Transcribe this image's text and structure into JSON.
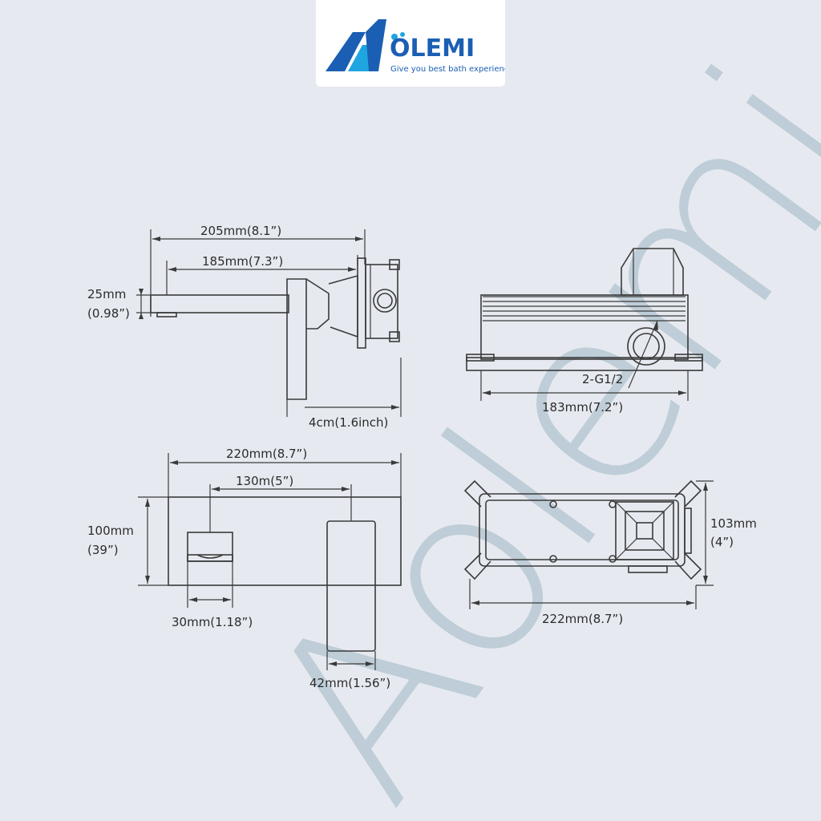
{
  "brand": {
    "name": "OLEMI",
    "tagline": "Give you best bath experience",
    "colors": {
      "primary": "#1b5fb4",
      "light": "#1fa6e0"
    }
  },
  "watermark": {
    "text": "Aolemi",
    "color": "#b8c8d3"
  },
  "side_view": {
    "dims": {
      "total_length": "205mm(8.1”)",
      "spout_length": "185mm(7.3”)",
      "spout_height_mm": "25mm",
      "spout_height_in": "(0.98”)",
      "depth": "4cm(1.6inch)"
    }
  },
  "valve_body": {
    "dims": {
      "thread": "2-G1/2",
      "length": "183mm(7.2”)"
    }
  },
  "front_view": {
    "dims": {
      "plate_width": "220mm(8.7”)",
      "center_distance": "130m(5”)",
      "plate_height_mm": "100mm",
      "plate_height_in": "(39”)",
      "spout_width": "30mm(1.18”)",
      "handle_width": "42mm(1.56”)"
    }
  },
  "box_view": {
    "dims": {
      "height_mm": "103mm",
      "height_in": "(4”)",
      "width": "222mm(8.7”)"
    }
  }
}
